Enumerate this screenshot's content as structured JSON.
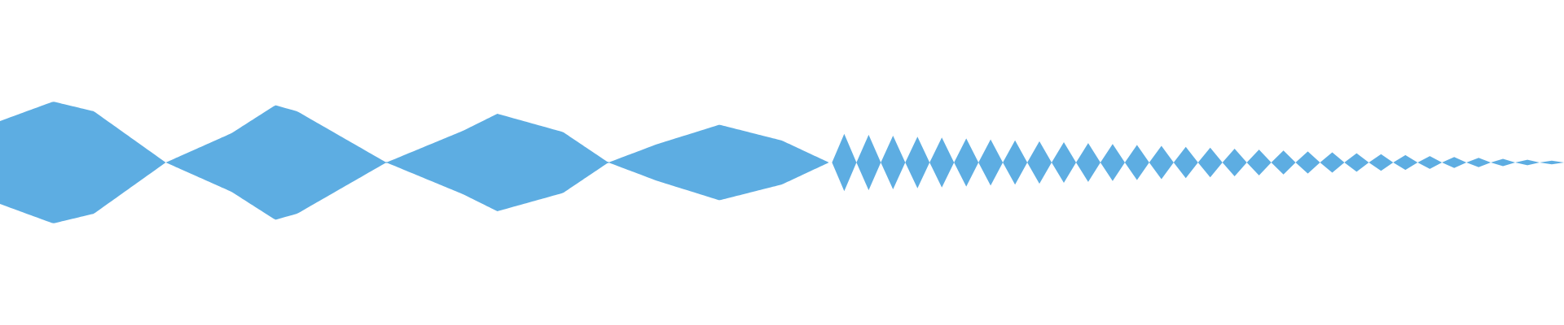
{
  "waveform": {
    "color": "#5dade2",
    "background": "#ffffff",
    "amplitude_envelope": [
      {
        "t": 0.0,
        "a": 0.68
      },
      {
        "t": 0.034,
        "a": 1.0
      },
      {
        "t": 0.06,
        "a": 0.84
      },
      {
        "t": 0.106,
        "a": 0.0
      },
      {
        "t": 0.148,
        "a": 0.48
      },
      {
        "t": 0.176,
        "a": 0.94
      },
      {
        "t": 0.19,
        "a": 0.84
      },
      {
        "t": 0.247,
        "a": 0.0
      },
      {
        "t": 0.296,
        "a": 0.52
      },
      {
        "t": 0.318,
        "a": 0.8
      },
      {
        "t": 0.36,
        "a": 0.5
      },
      {
        "t": 0.389,
        "a": 0.0
      },
      {
        "t": 0.42,
        "a": 0.3
      },
      {
        "t": 0.46,
        "a": 0.62
      },
      {
        "t": 0.5,
        "a": 0.36
      },
      {
        "t": 0.53,
        "a": 0.0
      }
    ],
    "rapid_section": {
      "start": 0.532,
      "end": 1.0,
      "lobes": 30,
      "start_amplitude": 0.47,
      "end_amplitude": 0.03
    }
  }
}
